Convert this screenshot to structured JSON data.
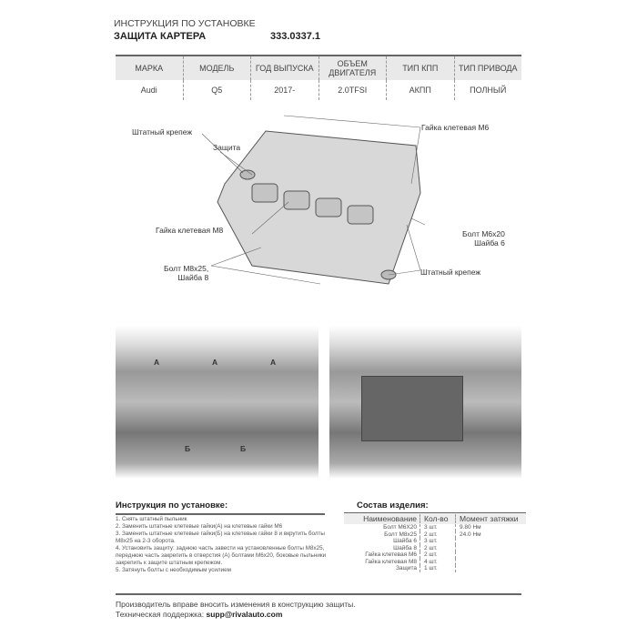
{
  "header": {
    "subtitle": "ИНСТРУКЦИЯ ПО УСТАНОВКЕ",
    "title": "ЗАЩИТА КАРТЕРА",
    "code": "333.0337.1"
  },
  "spec": {
    "headers": [
      "МАРКА",
      "МОДЕЛЬ",
      "ГОД ВЫПУСКА",
      "ОБЪЕМ ДВИГАТЕЛЯ",
      "ТИП КПП",
      "ТИП ПРИВОДА"
    ],
    "values": [
      "Audi",
      "Q5",
      "2017-",
      "2.0TFSI",
      "АКПП",
      "ПОЛНЫЙ"
    ]
  },
  "diagram": {
    "labels": {
      "std_fastener_1": "Штатный крепеж",
      "guard": "Защита",
      "nut_m6": "Гайка клетевая М6",
      "nut_m8": "Гайка клетевая М8",
      "bolt_m6": "Болт М6х20",
      "washer_6": "Шайба 6",
      "std_fastener_2": "Штатный крепеж",
      "bolt_m8": "Болт М8х25,",
      "washer_8": "Шайба 8"
    }
  },
  "photos": {
    "marker_a": "А",
    "marker_b": "Б"
  },
  "instructions": {
    "title": "Инструкция по установке:",
    "steps": [
      "1. Снять штатный пыльник",
      "2. Заменить штатные клетевые гайки(А) на клетевые гайки М6",
      "3. Заменить штатные клетевые гайки(Б) на клетевые гайки 8 и вкрутить болты М8х25 на 2-3 оборота.",
      "4. Установить защиту: заднюю часть завести на установленные болты М8х25, переднюю часть закрепить в отверстия (А) болтами М6х20, боковые пыльники закрепить к защите штатным крепежом.",
      "5. Затянуть болты с необходимым усилием"
    ]
  },
  "composition": {
    "title": "Состав изделия:",
    "headers": [
      "Наименование",
      "Кол-во",
      "Момент затяжки"
    ],
    "rows": [
      {
        "name": "Болт М6Х20",
        "qty": "3 шт.",
        "torque": "9.80 Нм"
      },
      {
        "name": "Болт М8х25",
        "qty": "2 шт.",
        "torque": "24.0 Нм"
      },
      {
        "name": "Шайба 6",
        "qty": "3 шт.",
        "torque": ""
      },
      {
        "name": "Шайба 8",
        "qty": "2 шт.",
        "torque": ""
      },
      {
        "name": "Гайка клетевая М6",
        "qty": "2 шт.",
        "torque": ""
      },
      {
        "name": "Гайка клетевая М8",
        "qty": "4 шт.",
        "torque": ""
      },
      {
        "name": "Защита",
        "qty": "1 шт.",
        "torque": ""
      }
    ]
  },
  "footer": {
    "note": "Производитель вправе вносить изменения в конструкцию защиты.",
    "support_label": "Техническая поддержка: ",
    "email": "supp@rivalauto.com"
  }
}
